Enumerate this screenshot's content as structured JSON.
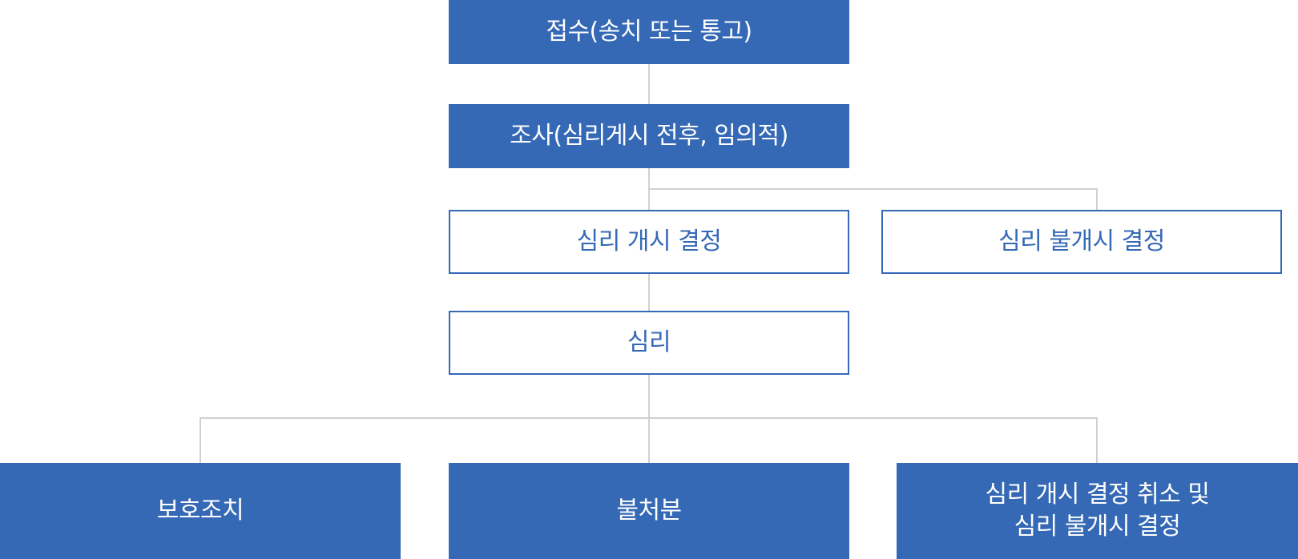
{
  "diagram": {
    "colors": {
      "primary": "#3568b5",
      "connector": "#d0d0d0",
      "background": "#ffffff"
    },
    "nodes": {
      "intake": "접수(송치 또는 통고)",
      "investigation": "조사(심리게시 전후, 임의적)",
      "hearing_open_decision": "심리 개시 결정",
      "hearing_not_open_decision": "심리 불개시 결정",
      "hearing": "심리",
      "protective_measures": "보호조치",
      "no_disposition": "불처분",
      "cancel_decision": "심리 개시 결정 취소 및\n심리 불개시 결정"
    }
  }
}
